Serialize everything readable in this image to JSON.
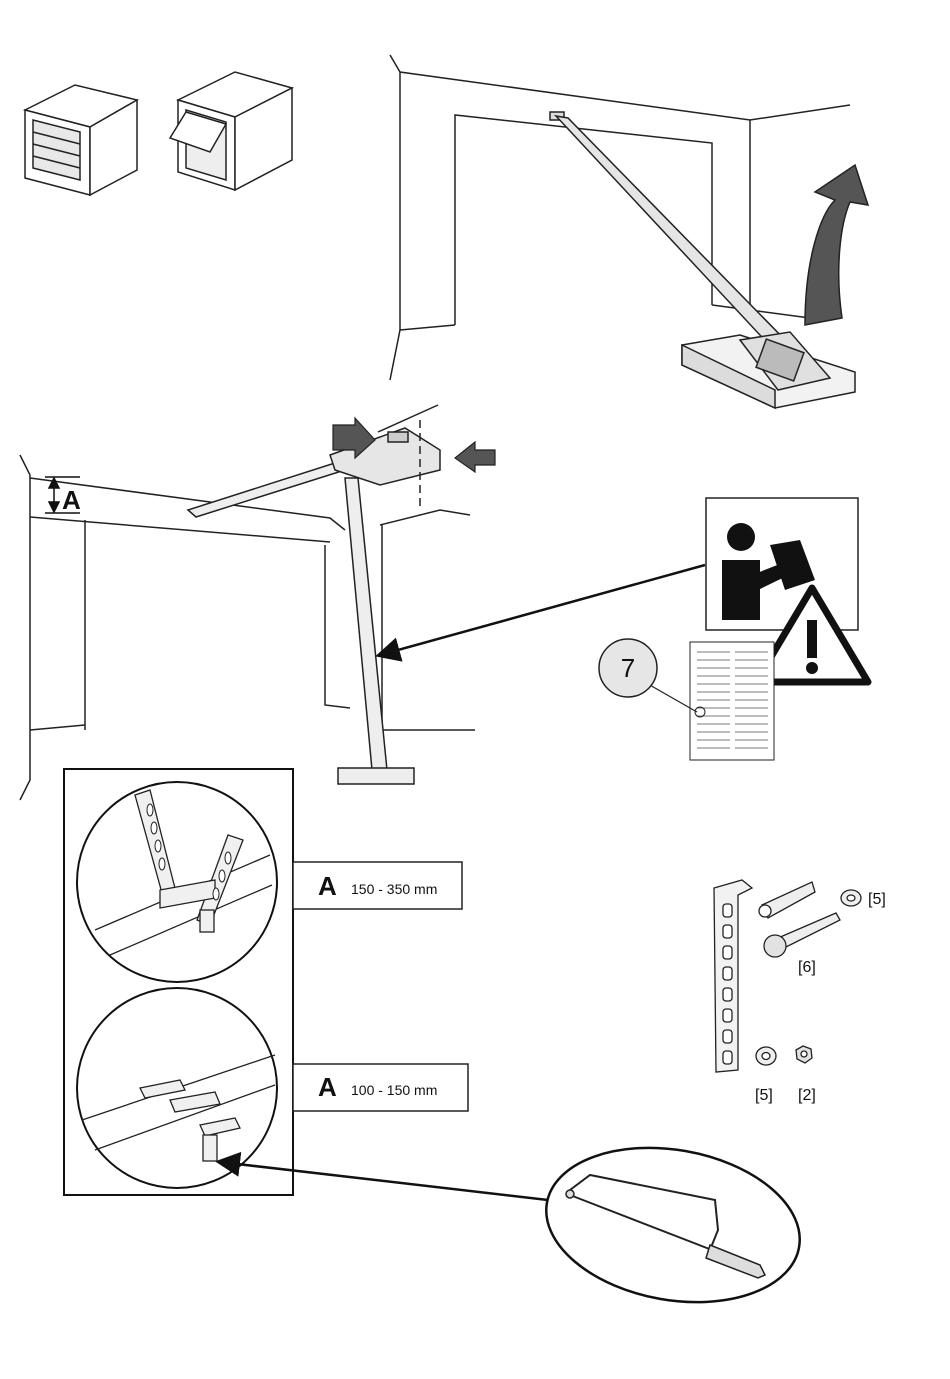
{
  "dimension": {
    "letter": "A",
    "range_upper": "150 - 350 mm",
    "range_lower": "100 - 150 mm"
  },
  "parts": {
    "washer_top": "[5]",
    "screw": "[6]",
    "washer_bottom": "[5]",
    "nut": "[2]"
  },
  "step_number": "7",
  "icons": [
    "garage-closed-icon",
    "garage-open-icon",
    "read-manual-icon",
    "warning-icon",
    "hacksaw-icon",
    "curved-arrow-icon"
  ]
}
